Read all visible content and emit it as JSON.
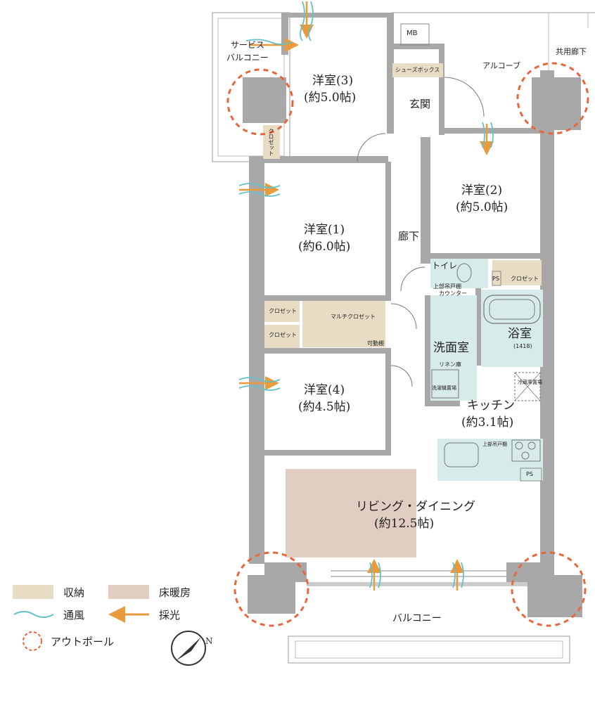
{
  "rooms": {
    "room3_name": "洋室(3)",
    "room3_size": "(約5.0帖)",
    "room2_name": "洋室(2)",
    "room2_size": "(約5.0帖)",
    "room1_name": "洋室(1)",
    "room1_size": "(約6.0帖)",
    "room4_name": "洋室(4)",
    "room4_size": "(約4.5帖)",
    "living_name": "リビング・ダイニング",
    "living_size": "(約12.5帖)",
    "kitchen_name": "キッチン",
    "kitchen_size": "(約3.1帖)",
    "bath_name": "浴室",
    "bath_size": "(1418)",
    "washroom": "洗面室",
    "toilet": "トイレ",
    "entrance": "玄関",
    "hallway": "廊下"
  },
  "labels": {
    "service_balcony_1": "サービス",
    "service_balcony_2": "バルコニー",
    "alcove": "アルコーブ",
    "common_corridor": "共用廊下",
    "balcony": "バルコニー",
    "mb": "MB",
    "shoe_box": "シューズボックス",
    "closet": "クロゼット",
    "multi_closet": "マルチクロゼット",
    "movable_shelf": "可動棚",
    "linen": "リネン庫",
    "washer": "洗濯機置場",
    "upper_cabinet": "上部吊戸棚",
    "counter": "カウンター",
    "upper_cabinet_kitchen": "上部吊戸棚",
    "fridge": "冷蔵庫置場",
    "ps": "PS"
  },
  "legend": {
    "storage": "収納",
    "floor_heating": "床暖房",
    "ventilation": "通風",
    "daylight": "採光",
    "outpole": "アウトポール"
  },
  "colors": {
    "storage": "#e8dcc5",
    "floor_heating": "#e2cdc3",
    "wet_area": "#d7ecea",
    "wall": "#a8a8a8",
    "outpole": "#e8663c",
    "arrow": "#e99a3b",
    "wind": "#66c0c8"
  }
}
